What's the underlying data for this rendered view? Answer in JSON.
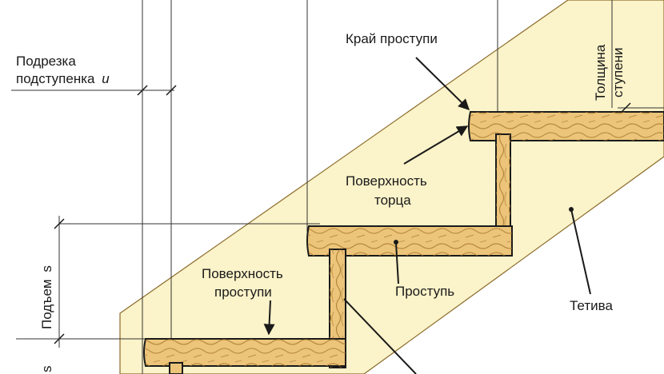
{
  "colors": {
    "background": "#ffffff",
    "stringer_fill": "#fbf3c9",
    "wood_fill": "#ecc57a",
    "wood_grain": "#a8782e",
    "line": "#1a1a1a",
    "edge": "#8a6a2a"
  },
  "labels": {
    "edge_of_tread": "Край проступи",
    "step_thickness_line1": "Толщина",
    "step_thickness_line2": "ступени",
    "riser_trim_line1": "Подрезка",
    "riser_trim_line2": "подступенка",
    "riser_trim_var": "u",
    "end_surface_line1": "Поверхность",
    "end_surface_line2": "торца",
    "rise_word": "Подъем",
    "rise_var": "s",
    "tread_surface_line1": "Поверхность",
    "tread_surface_line2": "проступи",
    "tread": "Проступь",
    "stringer": "Тетива",
    "cut_var": "s"
  }
}
